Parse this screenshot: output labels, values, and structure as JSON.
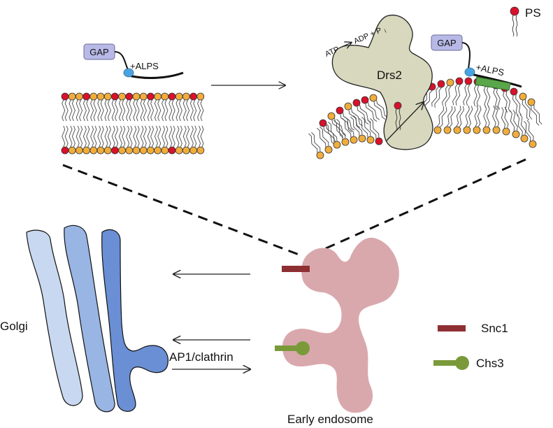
{
  "labels": {
    "gap_left": "GAP",
    "alps_left": "+ALPS",
    "gap_right": "GAP",
    "alps_right": "+ALPS",
    "drs2": "Drs2",
    "atp": "ATP",
    "adp": "ADP + P",
    "pi_sub": "i",
    "ps": "PS",
    "golgi": "Golgi",
    "ap1": "AP1/clathrin",
    "early_endosome": "Early endosome",
    "snc1": "Snc1",
    "chs3": "Chs3"
  },
  "colors": {
    "ps_head": "#d9112b",
    "pc_head": "#f0ad3c",
    "gap_box": "#b8b9e6",
    "alps_sphere": "#4aa3df",
    "alps_helix": "#5aa64a",
    "drs2": "#d8d8be",
    "endosome": "#d9a8ad",
    "snc1": "#8e2f33",
    "chs3": "#7a9a3a",
    "golgi_1": "#c8d8f0",
    "golgi_2": "#98b5e3",
    "golgi_3": "#6a8fd4"
  }
}
